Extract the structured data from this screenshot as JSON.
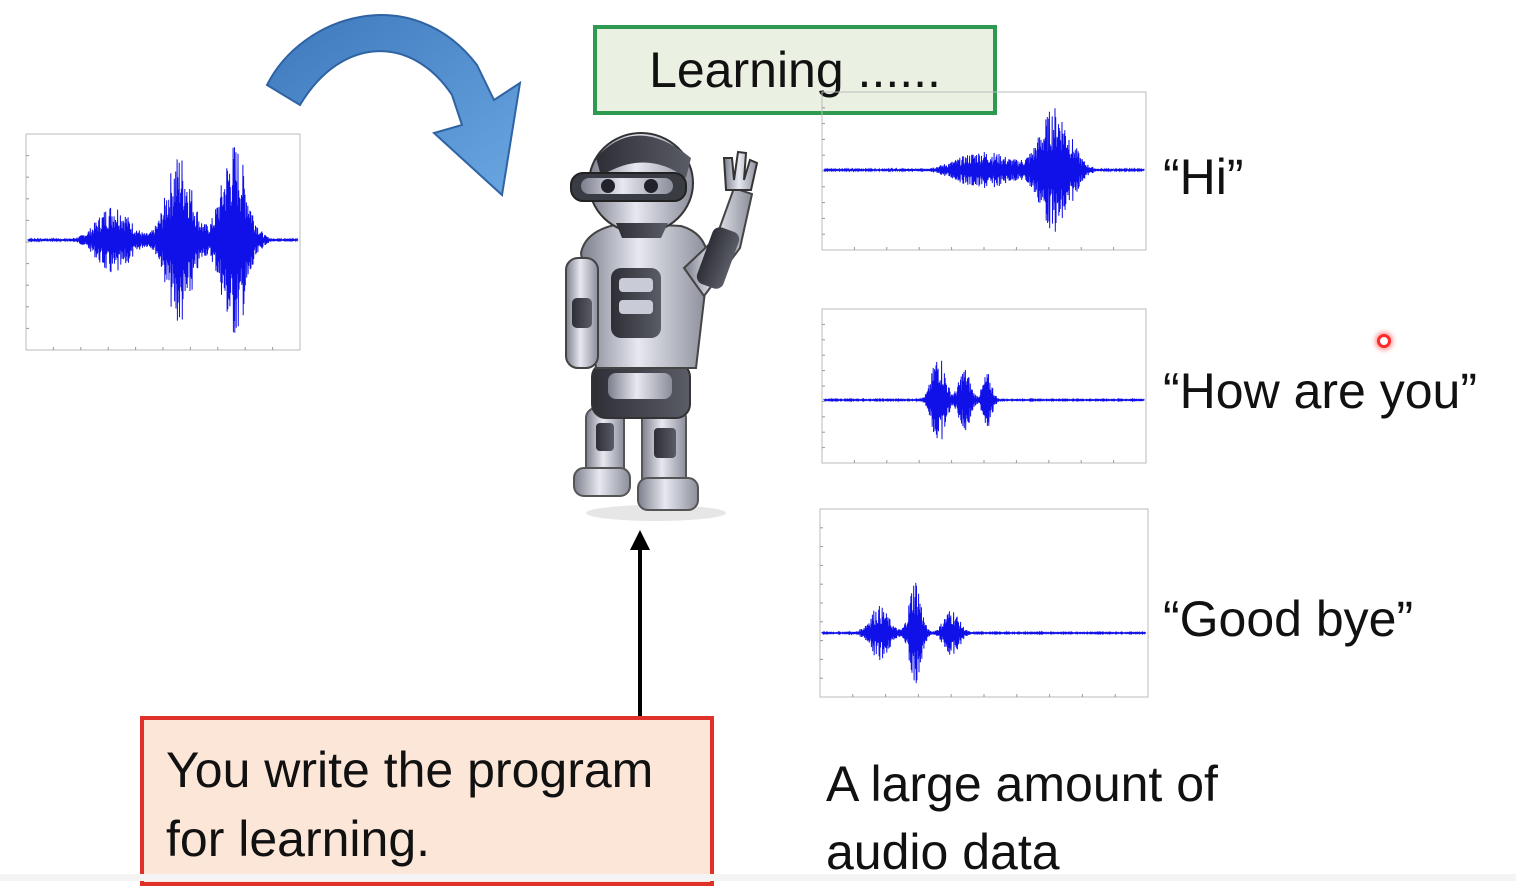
{
  "learning_label": "Learning ......",
  "program_box": {
    "line1": "You write the program",
    "line2": "for learning."
  },
  "audio_labels": [
    "“Hi”",
    "“How are you”",
    "“Good bye”"
  ],
  "data_caption": {
    "line1": "A large amount of",
    "line2": "audio data"
  },
  "colors": {
    "waveform": "#1010e8",
    "learning_border": "#2e9a50",
    "learning_fill": "#eaf1e2",
    "program_border": "#e0302a",
    "program_fill": "#fce6d8",
    "curved_arrow": "#4a86c8",
    "pointer": "#ff2a2a"
  },
  "icons": [
    "curved-arrow-icon",
    "robot-icon",
    "up-arrow-icon",
    "waveform-icon"
  ]
}
